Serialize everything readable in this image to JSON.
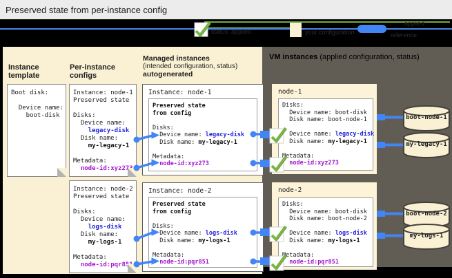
{
  "title": "Preserved state from per-instance config",
  "legend": {
    "items": [
      {
        "icon": "check-icon",
        "label": "status: applied"
      },
      {
        "icon": "config-box-icon",
        "label": "your configuration"
      },
      {
        "icon": "reference-pill-icon",
        "label": "reference"
      }
    ],
    "arrow_label": "applied"
  },
  "columns": {
    "col1": "Instance template",
    "col2": "Per-instance configs",
    "col3_title": "Managed instances",
    "col3_sub": "(intended configuration, status)",
    "col3_sub2": "autogenerated"
  },
  "vm_panel": {
    "heading_bold": "VM instances",
    "heading_rest": " (applied configuration, status)"
  },
  "docs": {
    "template": {
      "lines": [
        [
          [
            "Boot disk:",
            ""
          ]
        ],
        [],
        [
          [
            "  Device name:",
            ""
          ]
        ],
        [
          [
            "    boot-disk",
            ""
          ]
        ]
      ]
    },
    "pic1": {
      "lines": [
        [
          [
            "Instance: node-1",
            ""
          ]
        ],
        [
          [
            "Preserved state",
            ""
          ]
        ],
        [],
        [
          [
            "Disks:",
            ""
          ]
        ],
        [
          [
            "  Device name:",
            ""
          ]
        ],
        [
          [
            "    ",
            ""
          ],
          [
            "legacy-disk",
            "blue"
          ]
        ],
        [
          [
            "  Disk name:",
            ""
          ]
        ],
        [
          [
            "    ",
            ""
          ],
          [
            "my-legacy-1",
            "bold"
          ]
        ],
        [],
        [
          [
            "Metadata:",
            ""
          ]
        ],
        [
          [
            "  ",
            ""
          ],
          [
            "node-id:xyz273",
            "purple"
          ]
        ]
      ]
    },
    "pic2": {
      "lines": [
        [
          [
            "Instance: node-2",
            ""
          ]
        ],
        [
          [
            "Preserved state",
            ""
          ]
        ],
        [],
        [
          [
            "Disks:",
            ""
          ]
        ],
        [
          [
            "  Device name:",
            ""
          ]
        ],
        [
          [
            "    ",
            ""
          ],
          [
            "logs-disk",
            "blue"
          ]
        ],
        [
          [
            "  Disk name:",
            ""
          ]
        ],
        [
          [
            "    ",
            ""
          ],
          [
            "my-logs-1",
            "bold"
          ]
        ],
        [],
        [
          [
            "Metadata:",
            ""
          ]
        ],
        [
          [
            "  ",
            ""
          ],
          [
            "node-id:pqr851",
            "purple"
          ]
        ]
      ]
    }
  },
  "managed": {
    "mi1": {
      "title_line": "Instance: node-1",
      "lines": [
        [
          [
            "Preserved state",
            "bold"
          ]
        ],
        [
          [
            "from config",
            "bold"
          ]
        ],
        [],
        [
          [
            "Disks:",
            ""
          ]
        ],
        [
          [
            "  Device name: ",
            ""
          ],
          [
            "legacy-disk",
            "blue"
          ]
        ],
        [
          [
            "  Disk name: ",
            ""
          ],
          [
            "my-legacy-1",
            "bold"
          ]
        ],
        [],
        [
          [
            "Metadata:",
            ""
          ]
        ],
        [
          [
            "  ",
            ""
          ],
          [
            "node-id:xyz273",
            "purple"
          ]
        ]
      ]
    },
    "mi2": {
      "title_line": "Instance: node-2",
      "lines": [
        [
          [
            "Preserved state",
            "bold"
          ]
        ],
        [
          [
            "from config",
            "bold"
          ]
        ],
        [],
        [
          [
            "Disks:",
            ""
          ]
        ],
        [
          [
            "  Device name: ",
            ""
          ],
          [
            "logs-disk",
            "blue"
          ]
        ],
        [
          [
            "  Disk name: ",
            ""
          ],
          [
            "my-logs-1",
            "bold"
          ]
        ],
        [],
        [
          [
            "Metadata:",
            ""
          ]
        ],
        [
          [
            "  ",
            ""
          ],
          [
            "node-id:pqr851",
            "purple"
          ]
        ]
      ]
    }
  },
  "vms": {
    "vm1": {
      "title": "node-1",
      "lines": [
        [
          [
            "Disks:",
            ""
          ]
        ],
        [
          [
            "  Device name: boot-disk",
            ""
          ]
        ],
        [
          [
            "  Disk name: boot-node-1",
            ""
          ]
        ],
        [],
        [
          [
            "  Device name: ",
            ""
          ],
          [
            "legacy-disk",
            "blue"
          ]
        ],
        [
          [
            "  Disk name: ",
            ""
          ],
          [
            "my-legacy-1",
            "bold"
          ]
        ],
        [],
        [
          [
            "Metadata:",
            ""
          ]
        ],
        [
          [
            "  ",
            ""
          ],
          [
            "node-id:xyz273",
            "purple"
          ]
        ]
      ]
    },
    "vm2": {
      "title": "node-2",
      "lines": [
        [
          [
            "Disks:",
            ""
          ]
        ],
        [
          [
            "  Device name: boot-disk",
            ""
          ]
        ],
        [
          [
            "  Disk name: boot-node-2",
            ""
          ]
        ],
        [],
        [
          [
            "  Device name: ",
            ""
          ],
          [
            "logs-disk",
            "blue"
          ]
        ],
        [
          [
            "  Disk name: ",
            ""
          ],
          [
            "my-logs-1",
            "bold"
          ]
        ],
        [],
        [
          [
            "Metadata:",
            ""
          ]
        ],
        [
          [
            "  ",
            ""
          ],
          [
            "node-id:pqr851",
            "purple"
          ]
        ]
      ]
    }
  },
  "disks": {
    "d1": "boot-node-1",
    "d2": "my-legacy-1",
    "d3": "boot-node-2",
    "d4": "my-logs-1"
  },
  "colors": {
    "accent_blue": "#4285f4",
    "text_blue": "#2323dd",
    "text_purple": "#a318cf",
    "check_green": "#79b544",
    "panel_cream": "#faf1d4",
    "panel_dark": "#615d55"
  }
}
